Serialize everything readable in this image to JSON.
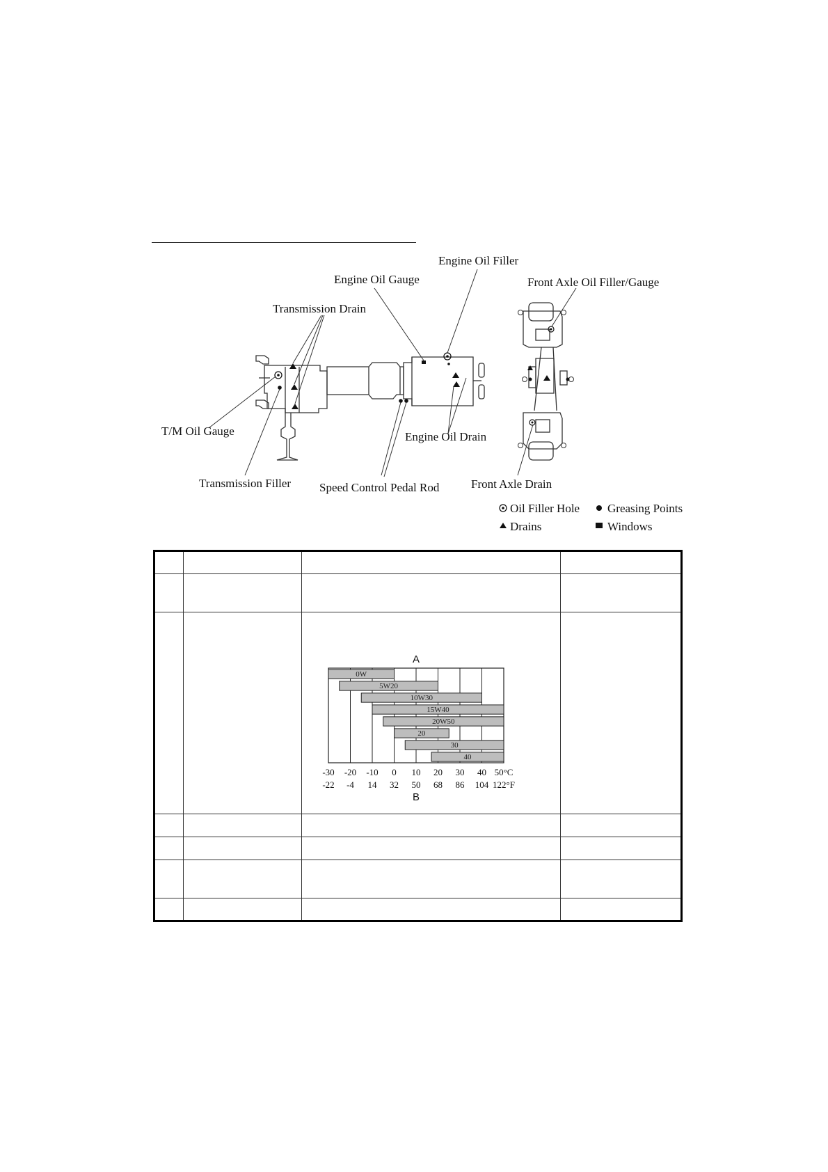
{
  "diagram": {
    "labels": {
      "engine_oil_filler": "Engine Oil Filler",
      "engine_oil_gauge": "Engine Oil Gauge",
      "front_axle_oil_filler_gauge": "Front Axle Oil Filler/Gauge",
      "transmission_drain": "Transmission Drain",
      "tm_oil_gauge": "T/M Oil Gauge",
      "engine_oil_drain": "Engine Oil Drain",
      "transmission_filler": "Transmission Filler",
      "speed_control_pedal_rod": "Speed Control Pedal Rod",
      "front_axle_drain": "Front Axle Drain"
    },
    "legend": {
      "oil_filler_hole": "Oil Filler Hole",
      "greasing_points": "Greasing Points",
      "drains": "Drains",
      "windows": "Windows"
    }
  },
  "table": {
    "rows": [
      {
        "cells": [
          "",
          "",
          "",
          ""
        ]
      },
      {
        "cells": [
          "",
          "",
          "",
          ""
        ]
      },
      {
        "cells": [
          "",
          "",
          "",
          ""
        ],
        "has_chart": true
      },
      {
        "cells": [
          "",
          "",
          "",
          ""
        ]
      },
      {
        "cells": [
          "",
          "",
          "",
          ""
        ]
      },
      {
        "cells": [
          "",
          "",
          "",
          ""
        ]
      },
      {
        "cells": [
          "",
          "",
          "",
          ""
        ]
      }
    ]
  },
  "chart_data": {
    "type": "bar",
    "orientation": "horizontal-range",
    "title": "A",
    "xlabel": "B",
    "x_ticks_celsius": [
      "-30",
      "-20",
      "-10",
      "0",
      "10",
      "20",
      "30",
      "40",
      "50"
    ],
    "x_ticks_fahrenheit": [
      "-22",
      "-4",
      "14",
      "32",
      "50",
      "68",
      "86",
      "104",
      "122"
    ],
    "unit_celsius": "°C",
    "unit_fahrenheit": "°F",
    "xlim": [
      -30,
      50
    ],
    "grid": true,
    "series": [
      {
        "name": "0W",
        "range": [
          -30,
          0
        ]
      },
      {
        "name": "5W20",
        "range": [
          -25,
          20
        ]
      },
      {
        "name": "10W30",
        "range": [
          -15,
          40
        ]
      },
      {
        "name": "15W40",
        "range": [
          -10,
          50
        ]
      },
      {
        "name": "20W50",
        "range": [
          -5,
          50
        ]
      },
      {
        "name": "20",
        "range": [
          0,
          25
        ]
      },
      {
        "name": "30",
        "range": [
          5,
          50
        ]
      },
      {
        "name": "40",
        "range": [
          17,
          50
        ]
      }
    ],
    "bar_color": "#bdbdbd"
  }
}
